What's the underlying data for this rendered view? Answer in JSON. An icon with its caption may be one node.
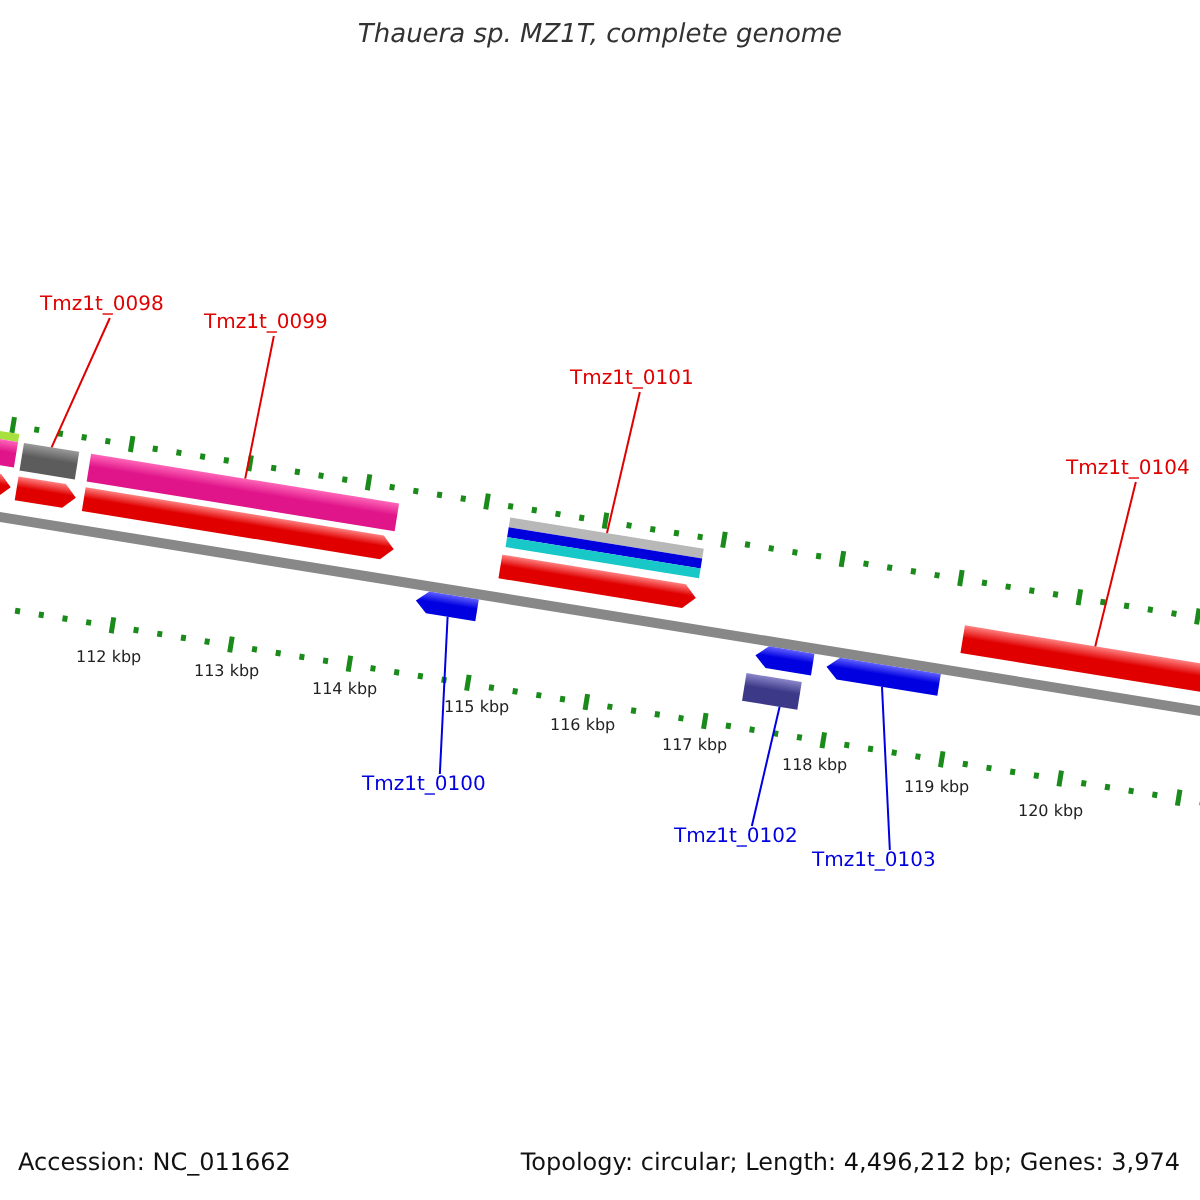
{
  "diagram": {
    "title": "Thauera sp. MZ1T, complete genome",
    "nodes": [
      {
        "text": [
          "Tmz1t_0098"
        ]
      },
      {
        "text": [
          "Tmz1t_0099"
        ]
      },
      {
        "text": [
          "Tmz1t_0101"
        ]
      },
      {
        "text": [
          "Tmz1t_0104"
        ]
      },
      {
        "text": [
          "Tmz1t_0100"
        ]
      },
      {
        "text": [
          "Tmz1t_0102"
        ]
      },
      {
        "text": [
          "Tmz1t_0103"
        ]
      },
      {
        "text": [],
        "shape": "bar"
      },
      {
        "text": [],
        "shape": "bar"
      },
      {
        "text": [],
        "shape": "arrow"
      },
      {
        "text": [],
        "shape": "bar"
      },
      {
        "text": [],
        "shape": "arrow"
      },
      {
        "text": [],
        "shape": "bar"
      },
      {
        "text": [],
        "shape": "arrow"
      },
      {
        "text": [],
        "shape": "arrow"
      },
      {
        "text": [],
        "shape": "bar"
      },
      {
        "text": [],
        "shape": "arrow"
      },
      {
        "text": [],
        "shape": "bar"
      },
      {
        "text": [],
        "shape": "arrow"
      },
      {
        "text": [],
        "shape": "arrow"
      },
      {
        "text": [],
        "shape": "bar"
      }
    ],
    "edges": [
      {
        "from": 0,
        "to": 10,
        "arrow": "none",
        "color": "#e00000"
      },
      {
        "from": 1,
        "to": 12,
        "arrow": "none",
        "color": "#e00000"
      },
      {
        "from": 2,
        "to": 15,
        "arrow": "none",
        "color": "#e00000"
      },
      {
        "from": 3,
        "to": 20,
        "arrow": "none",
        "color": "#e00000"
      },
      {
        "from": 4,
        "to": 14,
        "arrow": "none",
        "color": "#0000e0"
      },
      {
        "from": 5,
        "to": 17,
        "arrow": "none",
        "color": "#0000e0"
      },
      {
        "from": 6,
        "to": 19,
        "arrow": "none",
        "color": "#0000e0"
      }
    ],
    "labels": [
      "112 kbp",
      "113 kbp",
      "114 kbp",
      "115 kbp",
      "116 kbp",
      "117 kbp",
      "118 kbp",
      "119 kbp",
      "120 kbp",
      "Accession: NC_011662",
      "Topology: circular; Length: 4,496,212 bp; Genes: 3,974"
    ]
  }
}
